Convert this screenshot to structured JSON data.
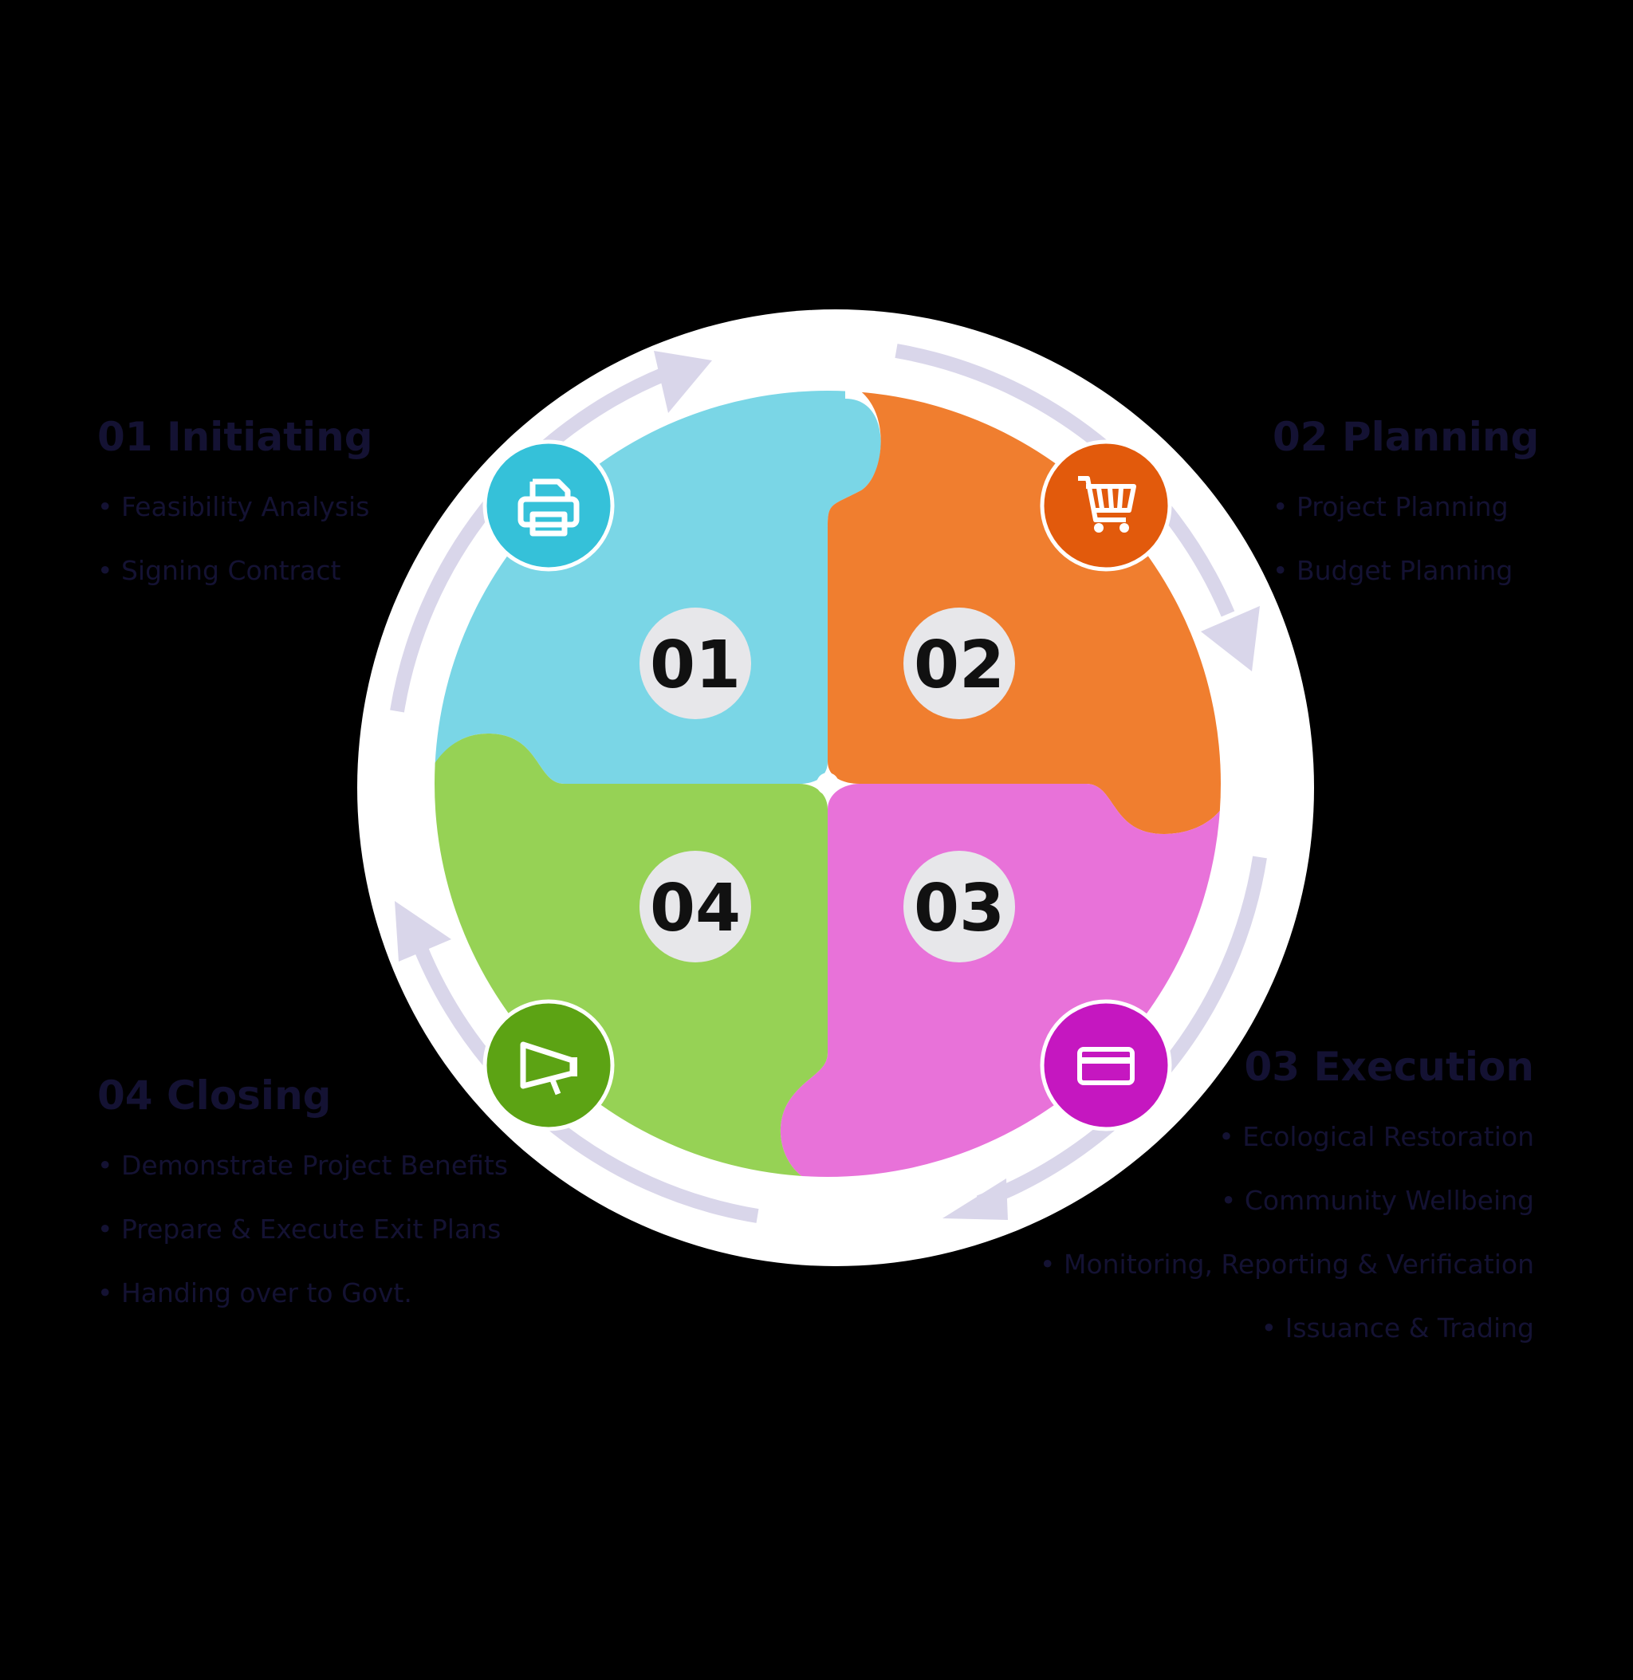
{
  "phases": [
    {
      "number": "01",
      "title": "01 Initiating",
      "icon": "printer-icon",
      "color": "#7AD6E6",
      "icon_color": "#35C1D9",
      "items": [
        "Feasibility Analysis",
        "Signing Contract"
      ]
    },
    {
      "number": "02",
      "title": "02 Planning",
      "icon": "cart-icon",
      "color": "#F07E2F",
      "icon_color": "#E25A0C",
      "items": [
        "Project Planning",
        "Budget Planning"
      ]
    },
    {
      "number": "03",
      "title": "03 Execution",
      "icon": "credit-card-icon",
      "color": "#E872D9",
      "icon_color": "#C517C0",
      "items": [
        "Ecological Restoration",
        "Community Wellbeing",
        "Monitoring, Reporting & Verification",
        "Issuance & Trading"
      ]
    },
    {
      "number": "04",
      "title": "04 Closing",
      "icon": "megaphone-icon",
      "color": "#96D255",
      "icon_color": "#5CA314",
      "items": [
        "Demonstrate Project Benefits",
        "Prepare & Execute Exit Plans",
        "Handing over to Govt."
      ]
    }
  ],
  "colors": {
    "background": "#000000",
    "ring": "#FFFFFF",
    "arrows": "#D9D6EA",
    "badge": "#E7E7EA",
    "label_text": "#141233"
  }
}
